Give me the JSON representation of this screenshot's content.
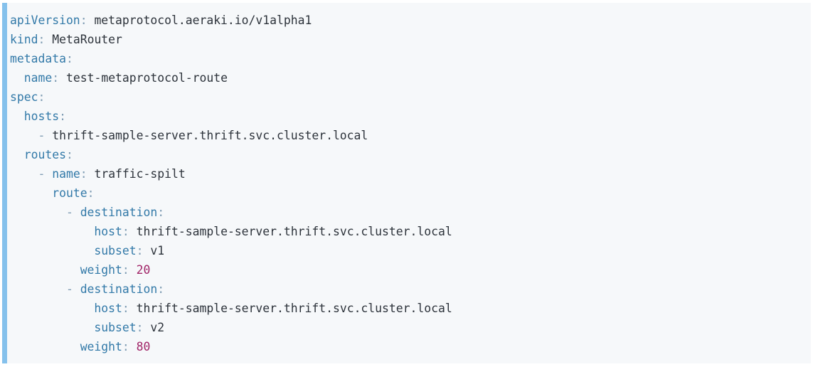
{
  "page": {
    "background": "#ffffff"
  },
  "code_block": {
    "language": "yaml",
    "background": "#f6f8fa",
    "border_color": "#85c1ec",
    "colors": {
      "key": "#3279a8",
      "value": "#2d333b",
      "punct": "#7f9cb3",
      "number": "#a12568"
    },
    "lines": [
      [
        {
          "c": "key",
          "t": "apiVersion"
        },
        {
          "c": "punct",
          "t": ": "
        },
        {
          "c": "value",
          "t": "metaprotocol.aeraki.io/v1alpha1"
        }
      ],
      [
        {
          "c": "key",
          "t": "kind"
        },
        {
          "c": "punct",
          "t": ": "
        },
        {
          "c": "value",
          "t": "MetaRouter"
        }
      ],
      [
        {
          "c": "key",
          "t": "metadata"
        },
        {
          "c": "punct",
          "t": ":"
        }
      ],
      [
        {
          "c": "punct",
          "t": "  "
        },
        {
          "c": "key",
          "t": "name"
        },
        {
          "c": "punct",
          "t": ": "
        },
        {
          "c": "value",
          "t": "test-metaprotocol-route"
        }
      ],
      [
        {
          "c": "key",
          "t": "spec"
        },
        {
          "c": "punct",
          "t": ":"
        }
      ],
      [
        {
          "c": "punct",
          "t": "  "
        },
        {
          "c": "key",
          "t": "hosts"
        },
        {
          "c": "punct",
          "t": ":"
        }
      ],
      [
        {
          "c": "punct",
          "t": "    - "
        },
        {
          "c": "value",
          "t": "thrift-sample-server.thrift.svc.cluster.local"
        }
      ],
      [
        {
          "c": "punct",
          "t": "  "
        },
        {
          "c": "key",
          "t": "routes"
        },
        {
          "c": "punct",
          "t": ":"
        }
      ],
      [
        {
          "c": "punct",
          "t": "    - "
        },
        {
          "c": "key",
          "t": "name"
        },
        {
          "c": "punct",
          "t": ": "
        },
        {
          "c": "value",
          "t": "traffic-spilt"
        }
      ],
      [
        {
          "c": "punct",
          "t": "      "
        },
        {
          "c": "key",
          "t": "route"
        },
        {
          "c": "punct",
          "t": ":"
        }
      ],
      [
        {
          "c": "punct",
          "t": "        - "
        },
        {
          "c": "key",
          "t": "destination"
        },
        {
          "c": "punct",
          "t": ":"
        }
      ],
      [
        {
          "c": "punct",
          "t": "            "
        },
        {
          "c": "key",
          "t": "host"
        },
        {
          "c": "punct",
          "t": ": "
        },
        {
          "c": "value",
          "t": "thrift-sample-server.thrift.svc.cluster.local"
        }
      ],
      [
        {
          "c": "punct",
          "t": "            "
        },
        {
          "c": "key",
          "t": "subset"
        },
        {
          "c": "punct",
          "t": ": "
        },
        {
          "c": "value",
          "t": "v1"
        }
      ],
      [
        {
          "c": "punct",
          "t": "          "
        },
        {
          "c": "key",
          "t": "weight"
        },
        {
          "c": "punct",
          "t": ": "
        },
        {
          "c": "number",
          "t": "20"
        }
      ],
      [
        {
          "c": "punct",
          "t": "        - "
        },
        {
          "c": "key",
          "t": "destination"
        },
        {
          "c": "punct",
          "t": ":"
        }
      ],
      [
        {
          "c": "punct",
          "t": "            "
        },
        {
          "c": "key",
          "t": "host"
        },
        {
          "c": "punct",
          "t": ": "
        },
        {
          "c": "value",
          "t": "thrift-sample-server.thrift.svc.cluster.local"
        }
      ],
      [
        {
          "c": "punct",
          "t": "            "
        },
        {
          "c": "key",
          "t": "subset"
        },
        {
          "c": "punct",
          "t": ": "
        },
        {
          "c": "value",
          "t": "v2"
        }
      ],
      [
        {
          "c": "punct",
          "t": "          "
        },
        {
          "c": "key",
          "t": "weight"
        },
        {
          "c": "punct",
          "t": ": "
        },
        {
          "c": "number",
          "t": "80"
        }
      ]
    ]
  }
}
